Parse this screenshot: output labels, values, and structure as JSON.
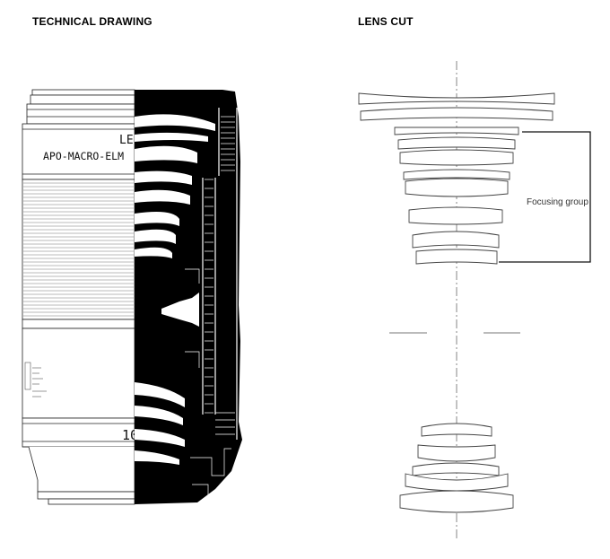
{
  "headings": {
    "technical_drawing": "TECHNICAL DRAWING",
    "lens_cut": "LENS CUT"
  },
  "technical_drawing": {
    "engraving_line1": "LE",
    "engraving_line2": "APO-MACRO-ELM",
    "focal_mark": "10"
  },
  "lens_cut": {
    "focusing_group_label": "Focusing group"
  },
  "colors": {
    "line": "#444444",
    "ink": "#000000",
    "background": "#ffffff"
  }
}
